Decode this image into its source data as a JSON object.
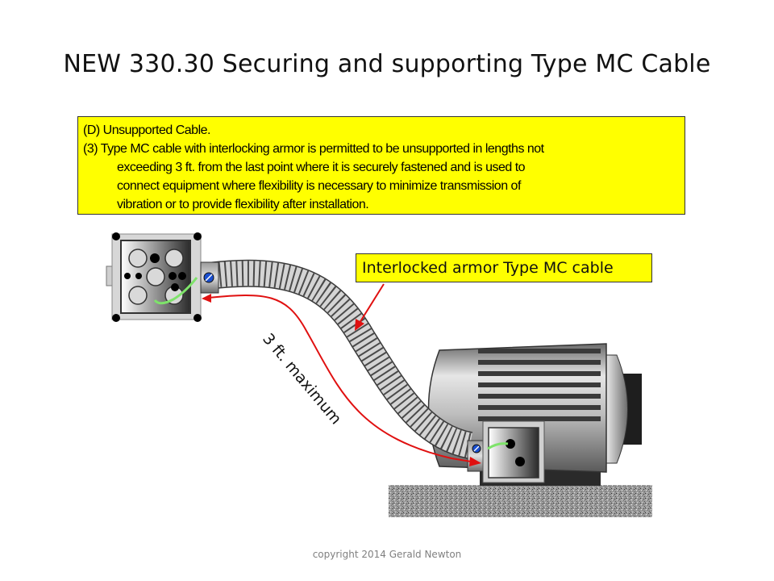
{
  "slide": {
    "title": "NEW  330.30 Securing and supporting Type MC Cable",
    "code_box": {
      "line1": "(D)  Unsupported Cable.",
      "line2": "(3)  Type MC cable with interlocking armor is permitted to be unsupported in lengths not",
      "line3": "exceeding 3 ft. from the last point where it is securely fastened and is used to",
      "line4": "connect equipment where flexibility is necessary to minimize transmission of",
      "line5": "vibration or to provide flexibility after installation."
    },
    "cable_label": "Interlocked armor Type MC cable",
    "measure_label": "3 ft. maximum",
    "footer": "copyright 2014 Gerald Newton"
  },
  "colors": {
    "highlight": "#ffff00",
    "measure_arrow": "#e01010",
    "ground_wire": "#7ee36a",
    "armor": "#c8c8c8"
  }
}
